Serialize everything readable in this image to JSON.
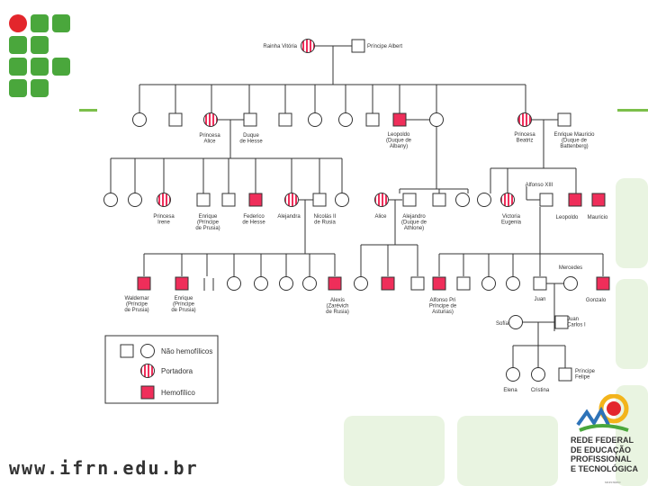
{
  "site_url": "www.ifrn.edu.br",
  "colors": {
    "affected": "#ef2e5a",
    "carrier": "#ef2e5a",
    "line": "#333333",
    "green": "#4aa73c",
    "logo_red": "#e3262c"
  },
  "legend": {
    "not_affected": "Não hemofílicos",
    "carrier": "Portadora",
    "affected": "Hemofílico"
  },
  "people": {
    "queen_victoria": "Rainha Vitória",
    "prince_albert": "Príncipe Albert",
    "princess_alice": "Princesa\nAlice",
    "duke_hesse": "Duque\nde Hesse",
    "leopold": "Leopoldo\n(Duque de\nAlbany)",
    "princess_beatrice": "Princesa\nBeatriz",
    "henry_battenberg": "Enrique Mauricio\n(Duque de\nBattenberg)",
    "princess_irene": "Princesa\nIrene",
    "henry_prussia": "Enrique\n(Príncipe\nde Prusia)",
    "frederick_hesse": "Federico\nde Hesse",
    "alexandra": "Alejandra",
    "nicholas_ii": "Nicolás II\nde Rusia",
    "alice_2": "Alice",
    "alexander_athlone": "Alejandro\n(Duque de\nAthlone)",
    "victoria_eugenie": "Victoria\nEugenia",
    "alfonso_xiii": "Alfonso XIII",
    "leopold_b": "Leopoldo",
    "maurice": "Mauricio",
    "waldemar": "Waldemar\n(Príncipe\nde Prusia)",
    "henry_prussia_2": "Enrique\n(Príncipe\nde Prusia)",
    "alexis": "Alexis\n(Zarévich\nde Rusia)",
    "alfonso_asturias": "Alfonso Pri\nPríncipe de\nAsturias)",
    "mercedes": "Mercedes",
    "juan": "Juan",
    "gonzalo": "Gonzalo",
    "sofia": "Sofía",
    "juan_carlos": "Juan\nCarlos I",
    "elena": "Elena",
    "cristina": "Cristina",
    "felipe": "Príncipe\nFelipe"
  },
  "brand": {
    "line1": "REDE FEDERAL",
    "line2": "DE EDUCAÇÃO",
    "line3": "PROFISSIONAL",
    "line4": "E TECNOLÓGICA",
    "sub": "MINISTÉRIO"
  }
}
